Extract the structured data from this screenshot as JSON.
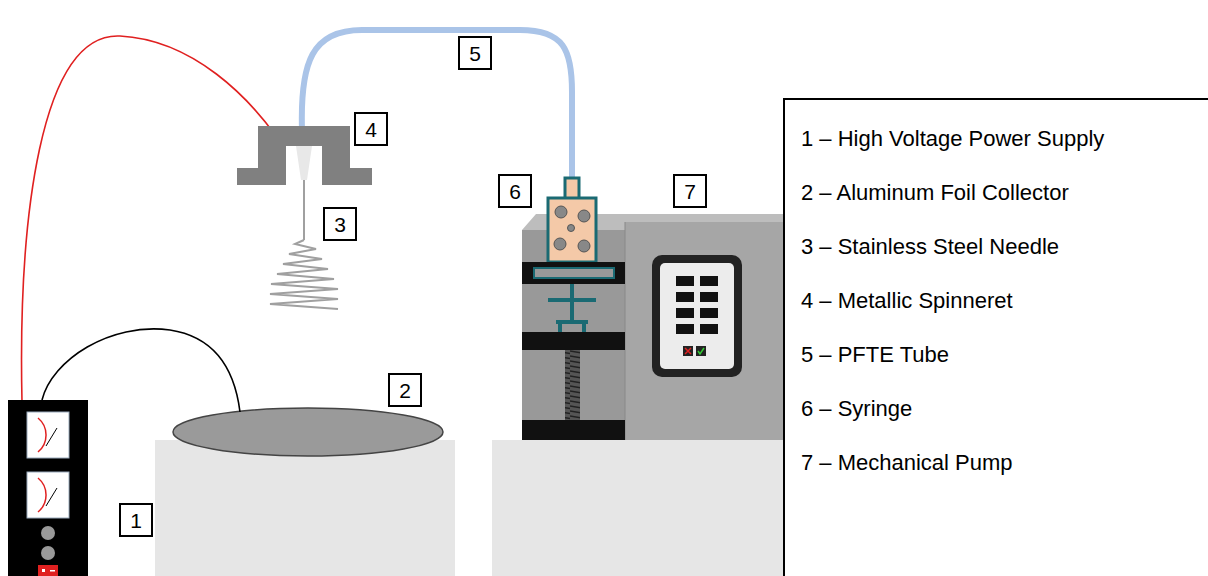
{
  "diagram": {
    "nodes": [
      {
        "text": [
          "5"
        ]
      },
      {
        "text": [
          "4"
        ]
      },
      {
        "text": [
          "6"
        ]
      },
      {
        "text": [
          "7"
        ]
      },
      {
        "text": [
          "3"
        ]
      },
      {
        "text": [
          "2"
        ]
      },
      {
        "text": [
          "1"
        ]
      },
      {
        "text": [
          "1 – High Voltage Power Supply",
          "2 – Aluminum Foil Collector",
          "3 – Stainless Steel Needle",
          "4 – Metallic Spinneret",
          "5 – PFTE Tube",
          "6 – Syringe",
          "7 – Mechanical Pump"
        ]
      }
    ]
  }
}
